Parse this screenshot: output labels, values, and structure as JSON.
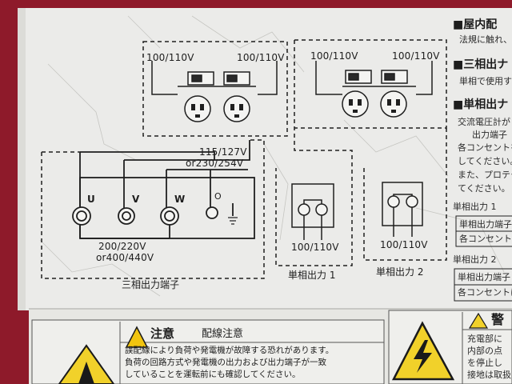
{
  "diagram": {
    "left_outlets": {
      "voltage_left": "100/110V",
      "voltage_right": "100/110V"
    },
    "right_outlets": {
      "voltage_left": "100/110V",
      "voltage_right": "100/110V"
    },
    "three_phase": {
      "upper_voltage_line1": "115/127V",
      "upper_voltage_line2": "or230/254V",
      "lower_voltage_line1": "200/220V",
      "lower_voltage_line2": "or400/440V",
      "terminal_u": "U",
      "terminal_v": "V",
      "terminal_w": "W",
      "terminal_o": "O",
      "label": "三相出力端子"
    },
    "single_phase_1": {
      "voltage": "100/110V",
      "label": "単相出力 1"
    },
    "single_phase_2": {
      "voltage": "100/110V",
      "label": "単相出力 2"
    }
  },
  "side_text": {
    "heading_1": "■屋内配",
    "line_1": "法規に触れ、",
    "heading_2": "■三相出ナ",
    "line_2": "単相で使用す",
    "heading_3": "■単相出ナ",
    "line_3": "交流電圧計が",
    "line_4": "出力端子",
    "line_5": "各コンセントを",
    "line_6": "してください。",
    "line_7": "また、プロテク",
    "line_8": "てください。",
    "single_1_title": "単相出力 1",
    "single_1_box_1": "単相出力端子",
    "single_1_box_2": "各コンセントは",
    "single_2_title": "単相出力 2",
    "single_2_box_1": "単相出力端子",
    "single_2_box_2": "各コンセントは"
  },
  "caution_panel": {
    "title": "注意",
    "subtitle": "配線注意",
    "line_1": "誤配線により負荷や発電機が故障する恐れがあります。",
    "line_2": "負荷の回路方式や発電機の出力および出力端子が一致",
    "line_3": "していることを運転前にも確認してください。"
  },
  "warning_panel": {
    "title": "警",
    "line_1": "充電部に",
    "line_2": "内部の点",
    "line_3": "を停止し",
    "line_4": "接地は取扱"
  }
}
